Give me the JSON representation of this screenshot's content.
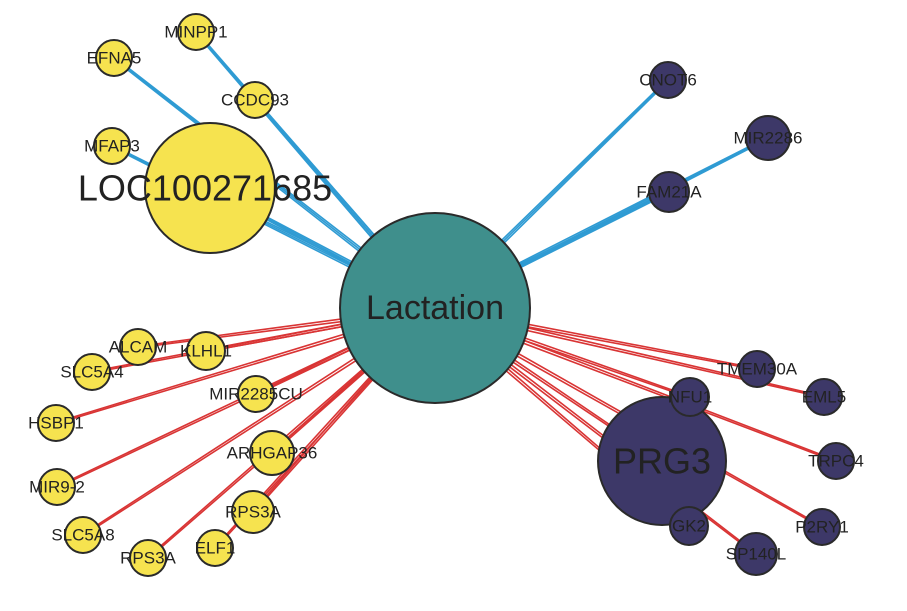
{
  "colors": {
    "hub": "#3f8f8c",
    "yellow_node": "#f6e34f",
    "purple_node": "#3d3868",
    "edge_blue": "#2f9bd3",
    "edge_red": "#d93434"
  },
  "network": {
    "hub": {
      "id": "lactation",
      "label": "Lactation"
    },
    "nodes": [
      {
        "id": "minpp1",
        "label": "MINPP1",
        "group": "yellow"
      },
      {
        "id": "efna5",
        "label": "EFNA5",
        "group": "yellow"
      },
      {
        "id": "ccdc93",
        "label": "CCDC93",
        "group": "yellow"
      },
      {
        "id": "mfap3",
        "label": "MFAP3",
        "group": "yellow"
      },
      {
        "id": "loc100271685",
        "label": "LOC100271685",
        "group": "yellow"
      },
      {
        "id": "cnot6",
        "label": "CNOT6",
        "group": "purple"
      },
      {
        "id": "mir2286",
        "label": "MIR2286",
        "group": "purple"
      },
      {
        "id": "fam21a",
        "label": "FAM21A",
        "group": "purple"
      },
      {
        "id": "alcam",
        "label": "ALCAM",
        "group": "yellow"
      },
      {
        "id": "klhl1",
        "label": "KLHL1",
        "group": "yellow"
      },
      {
        "id": "slc5a4",
        "label": "SLC5A4",
        "group": "yellow"
      },
      {
        "id": "mir2285cu",
        "label": "MIR2285CU",
        "group": "yellow"
      },
      {
        "id": "hsbp1",
        "label": "HSBP1",
        "group": "yellow"
      },
      {
        "id": "arhgap36",
        "label": "ARHGAP36",
        "group": "yellow"
      },
      {
        "id": "mir9-2",
        "label": "MIR9-2",
        "group": "yellow"
      },
      {
        "id": "rps3a-1",
        "label": "RPS3A",
        "group": "yellow"
      },
      {
        "id": "slc5a8",
        "label": "SLC5A8",
        "group": "yellow"
      },
      {
        "id": "elf1",
        "label": "ELF1",
        "group": "yellow"
      },
      {
        "id": "rps3a-2",
        "label": "RPS3A",
        "group": "yellow"
      },
      {
        "id": "tmem30a",
        "label": "TMEM30A",
        "group": "purple"
      },
      {
        "id": "nfu1",
        "label": "NFU1",
        "group": "purple"
      },
      {
        "id": "eml5",
        "label": "EML5",
        "group": "purple"
      },
      {
        "id": "prg3",
        "label": "PRG3",
        "group": "purple"
      },
      {
        "id": "trpc4",
        "label": "TRPC4",
        "group": "purple"
      },
      {
        "id": "gk2",
        "label": "GK2",
        "group": "purple"
      },
      {
        "id": "p2ry1",
        "label": "P2RY1",
        "group": "purple"
      },
      {
        "id": "sp140l",
        "label": "SP140L",
        "group": "purple"
      }
    ],
    "edges": [
      {
        "from": "lactation",
        "to": "minpp1",
        "type": "blue"
      },
      {
        "from": "lactation",
        "to": "efna5",
        "type": "blue"
      },
      {
        "from": "lactation",
        "to": "ccdc93",
        "type": "blue"
      },
      {
        "from": "lactation",
        "to": "mfap3",
        "type": "blue"
      },
      {
        "from": "lactation",
        "to": "loc100271685",
        "type": "blue"
      },
      {
        "from": "lactation",
        "to": "cnot6",
        "type": "blue"
      },
      {
        "from": "lactation",
        "to": "mir2286",
        "type": "blue"
      },
      {
        "from": "lactation",
        "to": "fam21a",
        "type": "blue"
      },
      {
        "from": "lactation",
        "to": "alcam",
        "type": "red"
      },
      {
        "from": "lactation",
        "to": "klhl1",
        "type": "red"
      },
      {
        "from": "lactation",
        "to": "slc5a4",
        "type": "red"
      },
      {
        "from": "lactation",
        "to": "mir2285cu",
        "type": "red"
      },
      {
        "from": "lactation",
        "to": "hsbp1",
        "type": "red"
      },
      {
        "from": "lactation",
        "to": "arhgap36",
        "type": "red"
      },
      {
        "from": "lactation",
        "to": "mir9-2",
        "type": "red"
      },
      {
        "from": "lactation",
        "to": "rps3a-1",
        "type": "red"
      },
      {
        "from": "lactation",
        "to": "slc5a8",
        "type": "red"
      },
      {
        "from": "lactation",
        "to": "elf1",
        "type": "red"
      },
      {
        "from": "lactation",
        "to": "rps3a-2",
        "type": "red"
      },
      {
        "from": "lactation",
        "to": "tmem30a",
        "type": "red"
      },
      {
        "from": "lactation",
        "to": "nfu1",
        "type": "red"
      },
      {
        "from": "lactation",
        "to": "eml5",
        "type": "red"
      },
      {
        "from": "lactation",
        "to": "prg3",
        "type": "red"
      },
      {
        "from": "lactation",
        "to": "trpc4",
        "type": "red"
      },
      {
        "from": "lactation",
        "to": "gk2",
        "type": "red"
      },
      {
        "from": "lactation",
        "to": "p2ry1",
        "type": "red"
      },
      {
        "from": "lactation",
        "to": "sp140l",
        "type": "red"
      }
    ]
  }
}
